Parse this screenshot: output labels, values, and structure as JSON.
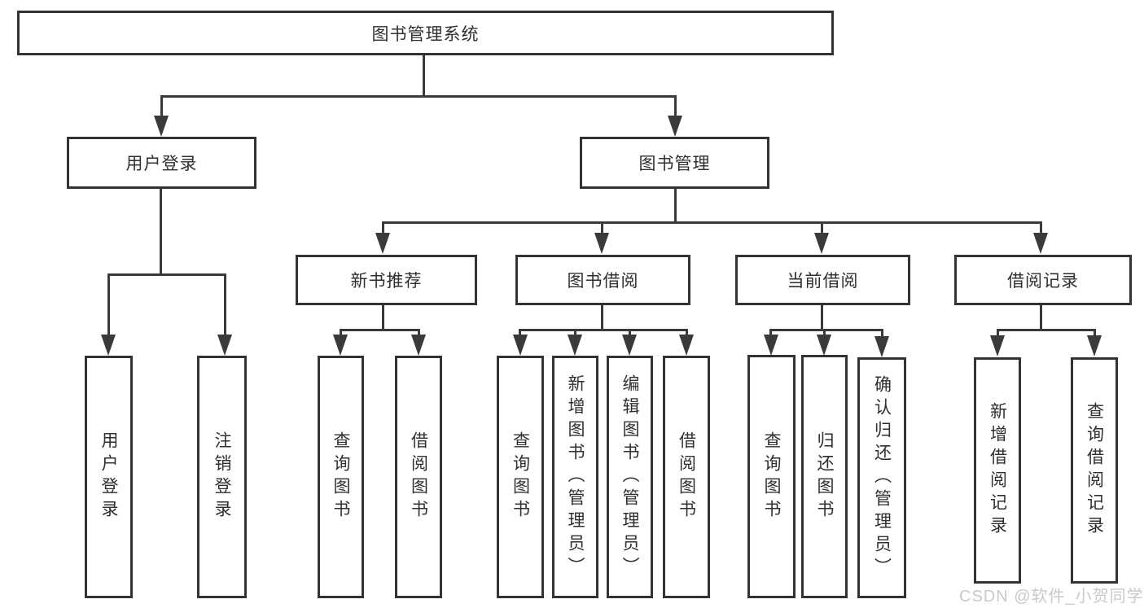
{
  "colors": {
    "line": "#3a3a3a",
    "box_border": "#333333",
    "text": "#2f2f2f",
    "watermark": "#c9c9c9",
    "background": "#ffffff"
  },
  "watermark": {
    "text": "CSDN @软件_小贺同学"
  },
  "tree": {
    "root": {
      "label": "图书管理系统",
      "children": [
        {
          "label": "用户登录",
          "children": [
            {
              "label": "用户登录"
            },
            {
              "label": "注销登录"
            }
          ]
        },
        {
          "label": "图书管理",
          "children": [
            {
              "label": "新书推荐",
              "children": [
                {
                  "label": "查询图书"
                },
                {
                  "label": "借阅图书"
                }
              ]
            },
            {
              "label": "图书借阅",
              "children": [
                {
                  "label": "查询图书"
                },
                {
                  "label": "新增图书（管理员）"
                },
                {
                  "label": "编辑图书（管理员）"
                },
                {
                  "label": "借阅图书"
                }
              ]
            },
            {
              "label": "当前借阅",
              "children": [
                {
                  "label": "查询图书"
                },
                {
                  "label": "归还图书"
                },
                {
                  "label": "确认归还（管理员）"
                }
              ]
            },
            {
              "label": "借阅记录",
              "children": [
                {
                  "label": "新增借阅记录"
                },
                {
                  "label": "查询借阅记录"
                }
              ]
            }
          ]
        }
      ]
    }
  }
}
